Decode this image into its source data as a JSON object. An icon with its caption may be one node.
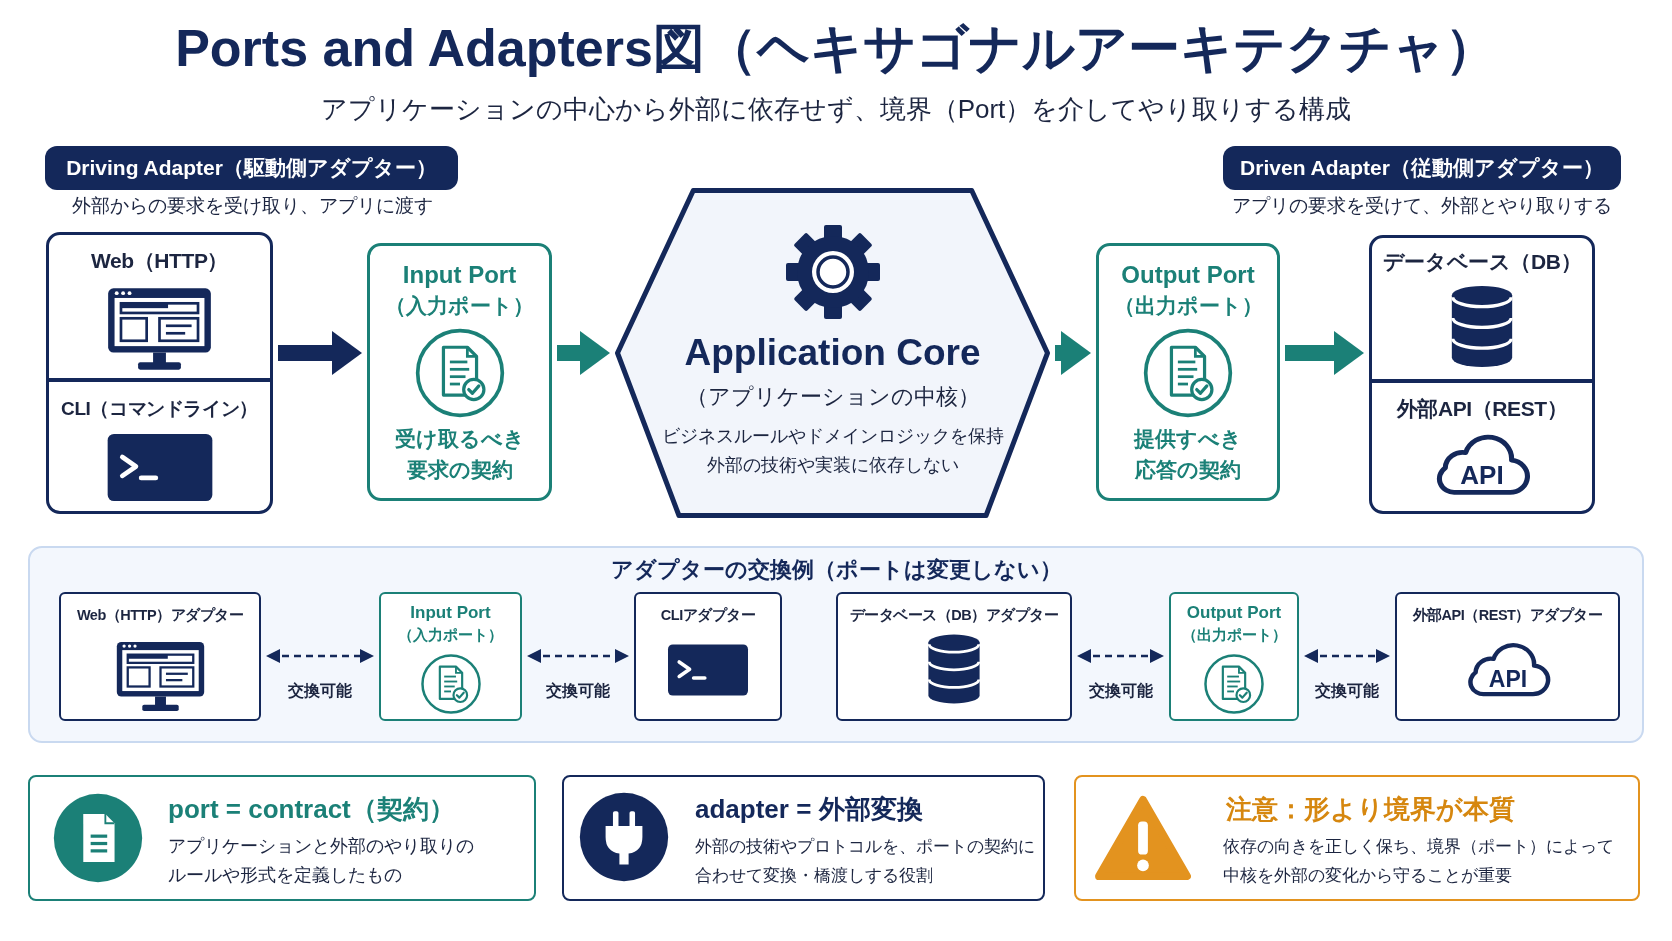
{
  "diagram": {
    "title": "Ports and Adapters図（ヘキサゴナルアーキテクチャ）",
    "nodes": [
      {
        "text": [
          "Driving Adapter（駆動側アダプター）"
        ],
        "beside": [
          "外部からの要求を受け取り、アプリに渡す"
        ]
      },
      {
        "text": [],
        "shape": "box"
      },
      {
        "text": [
          "Web（HTTP）"
        ],
        "in": 1
      },
      {
        "text": [
          "CLI（コマンドライン）"
        ],
        "in": 1
      },
      {
        "text": [
          "Input Port",
          "（入力ポート）",
          "受け取るべき要求の契約"
        ]
      },
      {
        "text": [
          "Application Core",
          "（アプリケーションの中核）",
          "ビジネスルールやドメインロジックを保持",
          "外部の技術や実装に依存しない"
        ]
      },
      {
        "text": [
          "Output Port",
          "（出力ポート）",
          "提供すべき応答の契約"
        ]
      },
      {
        "text": [
          "Driven Adapter（従動側アダプター）"
        ],
        "beside": [
          "アプリの要求を受けて、外部とやり取りする"
        ]
      },
      {
        "text": [],
        "shape": "box"
      },
      {
        "text": [
          "データベース（DB）"
        ],
        "in": 8
      },
      {
        "text": [
          "外部API（REST）"
        ],
        "in": 8
      },
      {
        "text": [
          "API"
        ],
        "in": 10
      },
      {
        "text": [
          "アダプターの交換例（ポートは変更しない）"
        ]
      },
      {
        "text": [
          "Web（HTTP）アダプター"
        ],
        "in": 12
      },
      {
        "text": [
          "Input Port",
          "（入力ポート）"
        ],
        "in": 12
      },
      {
        "text": [
          "CLIアダプター"
        ],
        "in": 12
      },
      {
        "text": [
          "データベース（DB）アダプター"
        ],
        "in": 12
      },
      {
        "text": [
          "Output Port",
          "（出力ポート）"
        ],
        "in": 12
      },
      {
        "text": [
          "外部API（REST）アダプター"
        ],
        "in": 12
      },
      {
        "text": [
          "API"
        ],
        "in": 18
      },
      {
        "text": [
          "port = contract（契約）",
          "アプリケーションと外部のやり取りのルールや形式を定義したもの"
        ]
      },
      {
        "text": [
          "adapter = 外部変換",
          "外部の技術やプロトコルを、ポートの契約に合わせて変換・橋渡しする役割"
        ]
      },
      {
        "text": [
          "注意：形より境界が本質",
          "依存の向きを正しく保ち、境界（ポート）によって中核を外部の変化から守ることが重要"
        ]
      }
    ],
    "edges": [
      {
        "from": 1,
        "to": 4,
        "arrow": "to",
        "style": "thick"
      },
      {
        "from": 4,
        "to": 5,
        "arrow": "to",
        "style": "thick",
        "color": "#1b8077"
      },
      {
        "from": 5,
        "to": 6,
        "arrow": "to",
        "style": "thick",
        "color": "#1b8077"
      },
      {
        "from": 6,
        "to": 8,
        "arrow": "to",
        "style": "thick",
        "color": "#1b8077"
      },
      {
        "from": 13,
        "to": 14,
        "arrow": "both",
        "style": "dashed",
        "label": "交換可能"
      },
      {
        "from": 14,
        "to": 15,
        "arrow": "both",
        "style": "dashed",
        "label": "交換可能"
      },
      {
        "from": 16,
        "to": 17,
        "arrow": "both",
        "style": "dashed",
        "label": "交換可能"
      },
      {
        "from": 17,
        "to": 18,
        "arrow": "both",
        "style": "dashed",
        "label": "交換可能"
      }
    ],
    "labels": [
      "アプリケーションの中心から外部に依存せず、境界（Port）を介してやり取りする構成"
    ]
  }
}
